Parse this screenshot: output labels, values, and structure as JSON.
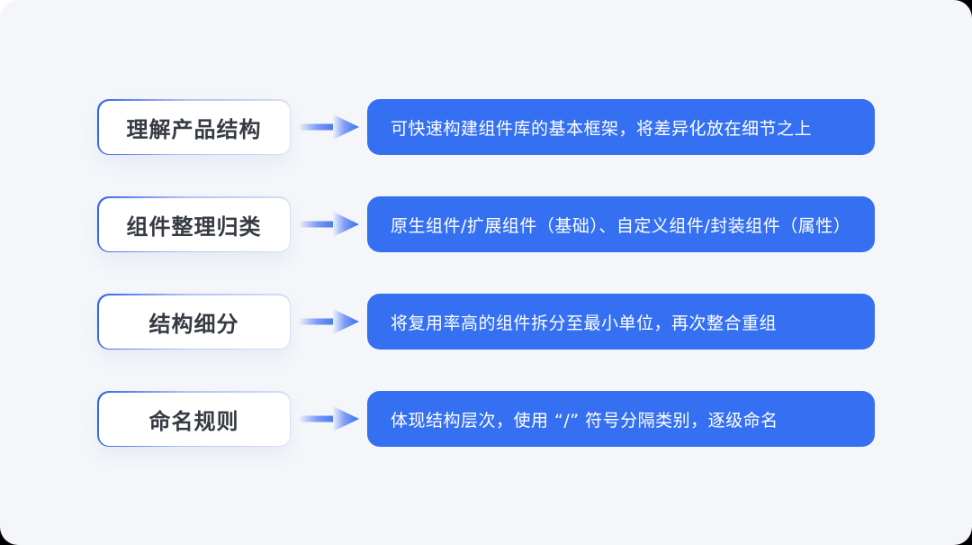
{
  "page": {
    "panel_bg": "#F5F6FA",
    "outside_bg": "#000000",
    "outside_bg_top_left": "#FFFFFF"
  },
  "colors": {
    "accent_blue": "#3570F2",
    "label_border_blue": "#2F62EC",
    "label_text": "#363A42",
    "description_text": "#FFFFFF",
    "arrow_gradient_start": "#EEF2FB",
    "arrow_gradient_mid": "#7D9CF5",
    "arrow_gradient_end": "#3B6FF2"
  },
  "icons": {
    "arrow": "right-arrow-icon"
  },
  "rows": [
    {
      "label": "理解产品结构",
      "description": "可快速构建组件库的基本框架，将差异化放在细节之上"
    },
    {
      "label": "组件整理归类",
      "description": "原生组件/扩展组件（基础）、自定义组件/封装组件（属性）"
    },
    {
      "label": "结构细分",
      "description": "将复用率高的组件拆分至最小单位，再次整合重组"
    },
    {
      "label": "命名规则",
      "description": "体现结构层次，使用 “/” 符号分隔类别，逐级命名"
    }
  ]
}
